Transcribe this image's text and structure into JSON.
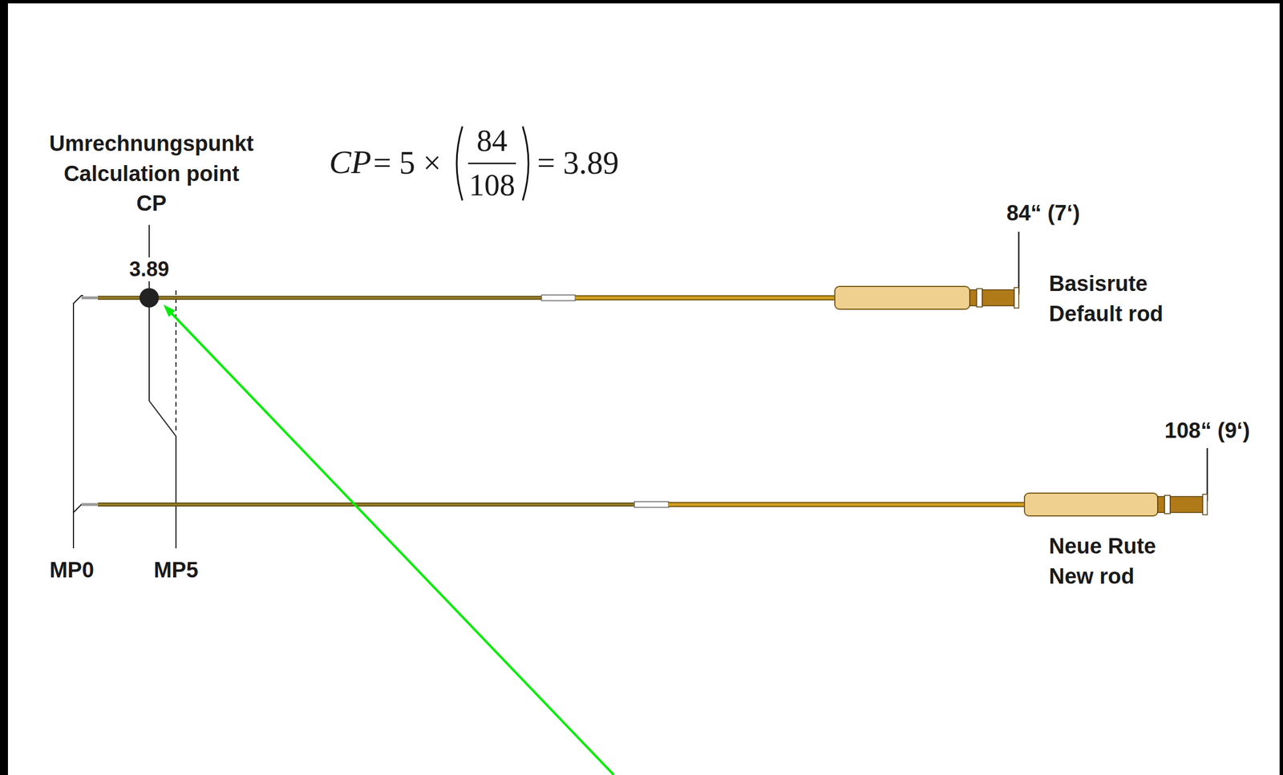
{
  "diagram": {
    "labels": [
      "Umrechnungspunkt",
      "Calculation point",
      "CP",
      "CP",
      "= 5 ×",
      "84",
      "108",
      "= 3.89",
      "3.89",
      "84“ (7‘)",
      "Basisrute",
      "Default rod",
      "108“ (9‘)",
      "Neue Rute",
      "New rod",
      "MP0",
      "MP5"
    ]
  }
}
